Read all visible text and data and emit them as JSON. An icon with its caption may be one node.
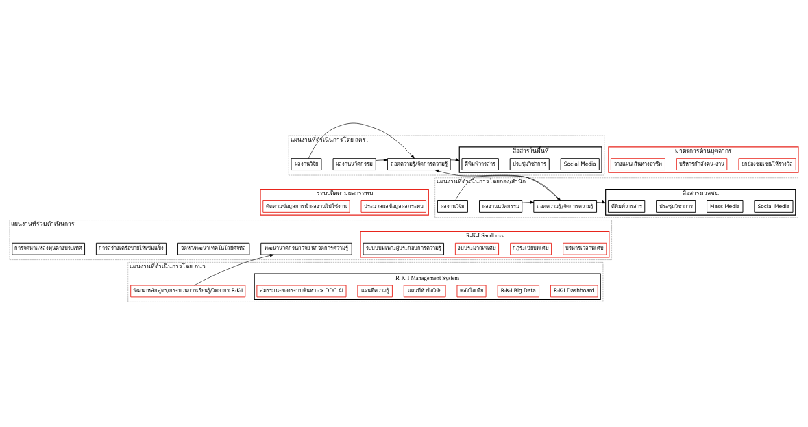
{
  "diagram": {
    "nodes": [
      {
        "text": [
          "แผนงานที่ดำเนินการโดย สคร."
        ]
      },
      {
        "text": [
          "ผลงานวิจัย"
        ],
        "in": 0
      },
      {
        "text": [
          "ผลงานนวัตกรรม"
        ],
        "in": 0
      },
      {
        "text": [
          "ถอดความรู้/จัดการความรู้"
        ],
        "in": 0
      },
      {
        "text": [
          "สื่อสารในพื้นที่"
        ],
        "in": 0
      },
      {
        "text": [
          "ตีพิมพ์วารสาร"
        ],
        "in": 4
      },
      {
        "text": [
          "ประชุมวิชาการ"
        ],
        "in": 4
      },
      {
        "text": [
          "Social Media"
        ],
        "in": 4
      },
      {
        "text": [
          "แผนงานที่ดำเนินการโดยกอง/สำนัก"
        ]
      },
      {
        "text": [
          "ผลงานวิจัย"
        ],
        "in": 8
      },
      {
        "text": [
          "ผลงานนวัตกรรม"
        ],
        "in": 8
      },
      {
        "text": [
          "ถอดความรู้/จัดการความรู้"
        ],
        "in": 8
      },
      {
        "text": [
          "สื่อสารมวลชน"
        ],
        "in": 8
      },
      {
        "text": [
          "ตีพิมพ์วารสาร"
        ],
        "in": 12
      },
      {
        "text": [
          "ประชุมวิชาการ"
        ],
        "in": 12
      },
      {
        "text": [
          "Mass Media"
        ],
        "in": 12
      },
      {
        "text": [
          "Social Media"
        ],
        "in": 12
      },
      {
        "text": [
          "มาตรการด้านบุคลากร"
        ]
      },
      {
        "text": [
          "วางแผนเส้นทางอาชีพ"
        ],
        "in": 17
      },
      {
        "text": [
          "บริหารกำลังคน-งาน"
        ],
        "in": 17
      },
      {
        "text": [
          "ยกย่องชมเชย/ให้รางวัล"
        ],
        "in": 17
      },
      {
        "text": [
          "ระบบติดตามผลกระทบ"
        ]
      },
      {
        "text": [
          "ติดตามข้อมูลการนำผลงานไปใช้งาน"
        ],
        "in": 21
      },
      {
        "text": [
          "ประมวลผลข้อมูลผลกระทบ"
        ],
        "in": 21
      },
      {
        "text": [
          "แผนงานที่ร่วมดำเนินการ"
        ]
      },
      {
        "text": [
          "พัฒนานวัตกรนักวิจัย นักจัดการความรู้"
        ],
        "in": 24
      },
      {
        "text": [
          "R-K-I Sandboxs"
        ],
        "in": 24
      },
      {
        "text": [
          "ระบบบ่มเพาะผู้ประกอบการความรู้"
        ],
        "in": 26
      },
      {
        "text": [
          "งบประมาณพิเศษ"
        ],
        "in": 26
      },
      {
        "text": [
          "กฎระเบียบพิเศษ"
        ],
        "in": 26
      },
      {
        "text": [
          "บริหารเวลาพิเศษ"
        ],
        "in": 26
      },
      {
        "text": [
          "การจัดหาแหล่งทุนต่างประเทศ"
        ],
        "in": 24
      },
      {
        "text": [
          "การสร้างเครือข่ายให้เข้มแข็ง"
        ],
        "in": 24
      },
      {
        "text": [
          "จัดหา/พัฒนาเทคโนโลยีดิจิทัล"
        ],
        "in": 24
      },
      {
        "text": [
          "แผนงานที่ดำเนินการโดย กนว."
        ]
      },
      {
        "text": [
          "พัฒนาหลักสูตร/กระบวนการเรียนรู้/วิทยากร R-K-I"
        ],
        "in": 34
      },
      {
        "text": [
          "R-K-I Management System"
        ],
        "in": 34
      },
      {
        "text": [
          "สมรรถนะของระบบค้นหา -> DDC AI"
        ],
        "in": 36
      },
      {
        "text": [
          "แผนที่ความรู้"
        ],
        "in": 36
      },
      {
        "text": [
          "แผนที่หัวข้อวิจัย"
        ],
        "in": 36
      },
      {
        "text": [
          "คลังไอเดีย"
        ],
        "in": 36
      },
      {
        "text": [
          "R-K-I Big Data"
        ],
        "in": 36
      },
      {
        "text": [
          "R-K-I Dashboard"
        ],
        "in": 36
      }
    ],
    "edges": [
      {
        "from": 1,
        "to": 3,
        "arrow": "to"
      },
      {
        "from": 2,
        "to": 3,
        "arrow": "to"
      },
      {
        "from": 3,
        "to": 4,
        "arrow": "to"
      },
      {
        "from": 9,
        "to": 11,
        "arrow": "to"
      },
      {
        "from": 10,
        "to": 11,
        "arrow": "to"
      },
      {
        "from": 11,
        "to": 12,
        "arrow": "to"
      },
      {
        "from": 11,
        "to": 3,
        "arrow": "to"
      },
      {
        "from": 35,
        "to": 25,
        "arrow": "to"
      }
    ]
  }
}
